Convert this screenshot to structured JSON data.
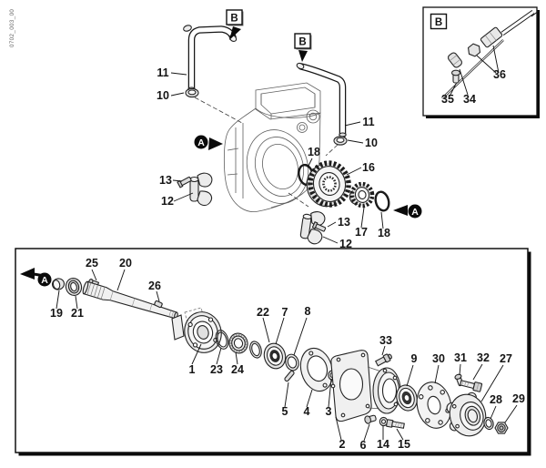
{
  "drawing_code": "0702_003_00",
  "view_labels": {
    "a": "A",
    "b": "B"
  },
  "callouts": {
    "n1": "1",
    "n2": "2",
    "n3": "3",
    "n4": "4",
    "n5": "5",
    "n6": "6",
    "n7": "7",
    "n8": "8",
    "n9": "9",
    "n10": "10",
    "n11": "11",
    "n12": "12",
    "n13": "13",
    "n14": "14",
    "n15": "15",
    "n16": "16",
    "n17": "17",
    "n18": "18",
    "n19": "19",
    "n20": "20",
    "n21": "21",
    "n22": "22",
    "n23": "23",
    "n24": "24",
    "n25": "25",
    "n26": "26",
    "n27": "27",
    "n28": "28",
    "n29": "29",
    "n30": "30",
    "n31": "31",
    "n32": "32",
    "n33": "33",
    "n34": "34",
    "n35": "35",
    "n36": "36"
  },
  "colors": {
    "line": "#161616",
    "housing_line": "#5f5f5f",
    "background": "#ffffff",
    "marker_fill": "#0a0a0a",
    "part_fill_light": "#ececec",
    "part_fill_mid": "#d8d8d8"
  }
}
